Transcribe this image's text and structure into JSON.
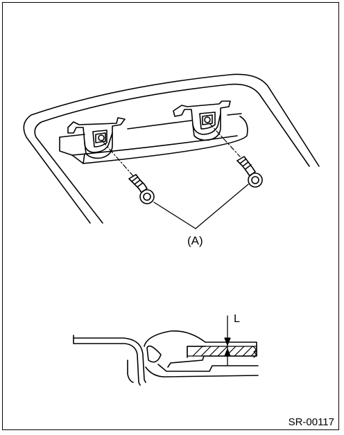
{
  "diagram": {
    "callout_a": "(A)",
    "dimension_l": "L",
    "figure_id": "SR-00117"
  },
  "colors": {
    "line": "#000000",
    "background": "#ffffff"
  }
}
